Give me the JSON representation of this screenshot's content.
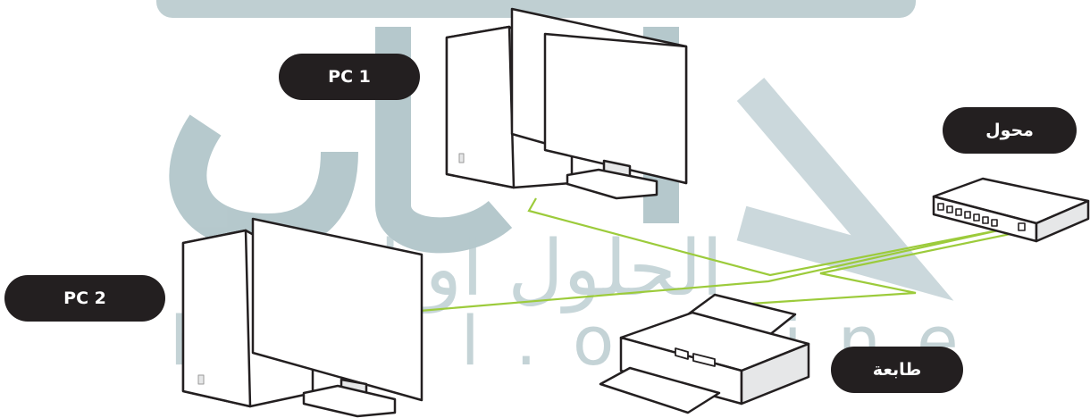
{
  "labels": {
    "pc1": "PC 1",
    "pc2": "PC 2",
    "switch": "محول",
    "printer": "طابعة"
  },
  "watermark": {
    "arabic": "الحلول اونلاين",
    "latin": "hulul.online",
    "color": "#a9bfc4"
  },
  "colors": {
    "cable": "#9ccb3b",
    "label_bg": "#231f20",
    "label_text": "#ffffff",
    "outline": "#231f20",
    "device_fill": "#ffffff",
    "shade": "#e6e7e8"
  },
  "icons": [
    "pc-1-icon",
    "pc-2-icon",
    "switch-icon",
    "printer-icon"
  ]
}
